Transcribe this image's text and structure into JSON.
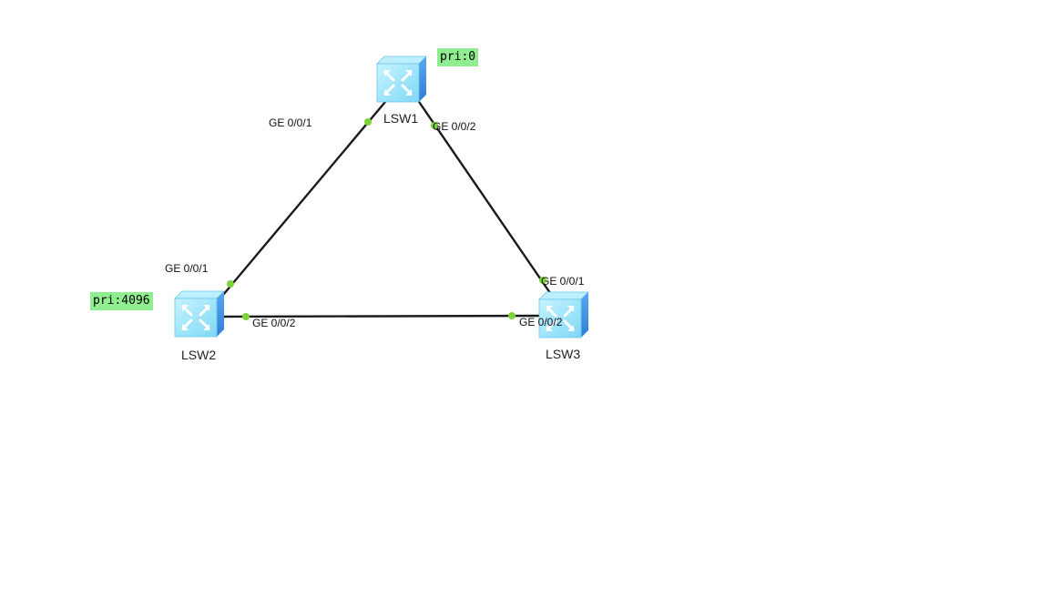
{
  "devices": {
    "lsw1": {
      "name": "LSW1",
      "priority": "pri:0"
    },
    "lsw2": {
      "name": "LSW2",
      "priority": "pri:4096"
    },
    "lsw3": {
      "name": "LSW3"
    }
  },
  "links": {
    "lsw1_lsw2": {
      "lsw1_port": "GE 0/0/1",
      "lsw2_port": "GE 0/0/1"
    },
    "lsw1_lsw3": {
      "lsw1_port": "GE 0/0/2",
      "lsw3_port": "GE 0/0/1"
    },
    "lsw2_lsw3": {
      "lsw2_port": "GE 0/0/2",
      "lsw3_port": "GE 0/0/2"
    }
  },
  "colors": {
    "link": "#1a1a1a",
    "port_dot": "#7dd23a",
    "priority_tag": "#90ee90",
    "switch_face": "#9fe6fb",
    "switch_side": "#3a8fe0"
  }
}
